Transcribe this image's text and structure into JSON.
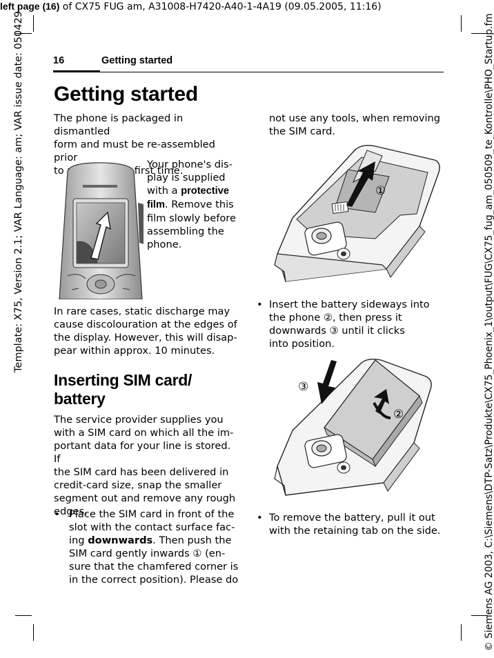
{
  "print_header": {
    "bold": "left page (16)",
    "rest": " of CX75 FUG am, A31008-H7420-A40-1-4A19 (09.05.2005, 11:16)"
  },
  "side_left": "Template: X75, Version 2.1; VAR Language: am; VAR issue date: 050429",
  "side_right": "© Siemens AG 2003, C:\\Siemens\\DTP-Satz\\Produkte\\CX75_Phoenix_1\\output\\FUG\\CX75_fug_am_050509_te_Kontrolle\\PHO_Startup.fm",
  "page_header": {
    "number": "16",
    "title": "Getting started"
  },
  "heading": "Getting started",
  "intro": [
    "The phone is packaged in dismantled",
    "form and must be re-assembled prior",
    "to using for the first time."
  ],
  "film_note": {
    "lines_before": [
      "Your phone's dis-",
      "play is supplied",
      "with a "
    ],
    "bold": "protective",
    "bold2": "film",
    "lines_after": [
      ". Remove this",
      "film slowly before",
      "assembling the",
      "phone."
    ]
  },
  "discharge": [
    "In rare cases, static discharge may",
    "cause discolouration at the edges of",
    "the display. However, this will disap-",
    "pear within approx. 10 minutes."
  ],
  "section_heading": [
    "Inserting SIM card/",
    "battery"
  ],
  "sim_para": [
    "The service provider supplies you",
    "with a SIM card on which all the im-",
    "portant data for your line is stored. If",
    "the SIM card has been delivered in",
    "credit-card size, snap the smaller",
    "segment out and remove any rough",
    "edges."
  ],
  "bullet_sim": {
    "lines": [
      "Place the SIM card in front of the",
      "slot with the contact surface fac-"
    ],
    "line3_pre": "ing ",
    "line3_bold": "downwards",
    "line3_post": ". Then push the",
    "line4": "SIM card gently inwards ① (en-",
    "line5": "sure that the chamfered corner is",
    "line6": "in the correct position). Please do"
  },
  "sim_continue": [
    "not use any tools, when removing",
    "the SIM card."
  ],
  "bullet_battery": [
    "Insert the battery sideways into",
    "the phone ②, then press it",
    "downwards ③ until it clicks",
    "into position."
  ],
  "bullet_remove": [
    "To remove the battery, pull it out",
    "with the retaining tab on the side."
  ],
  "labels": {
    "one": "①",
    "two": "②",
    "three": "③"
  },
  "bullet_char": "•"
}
